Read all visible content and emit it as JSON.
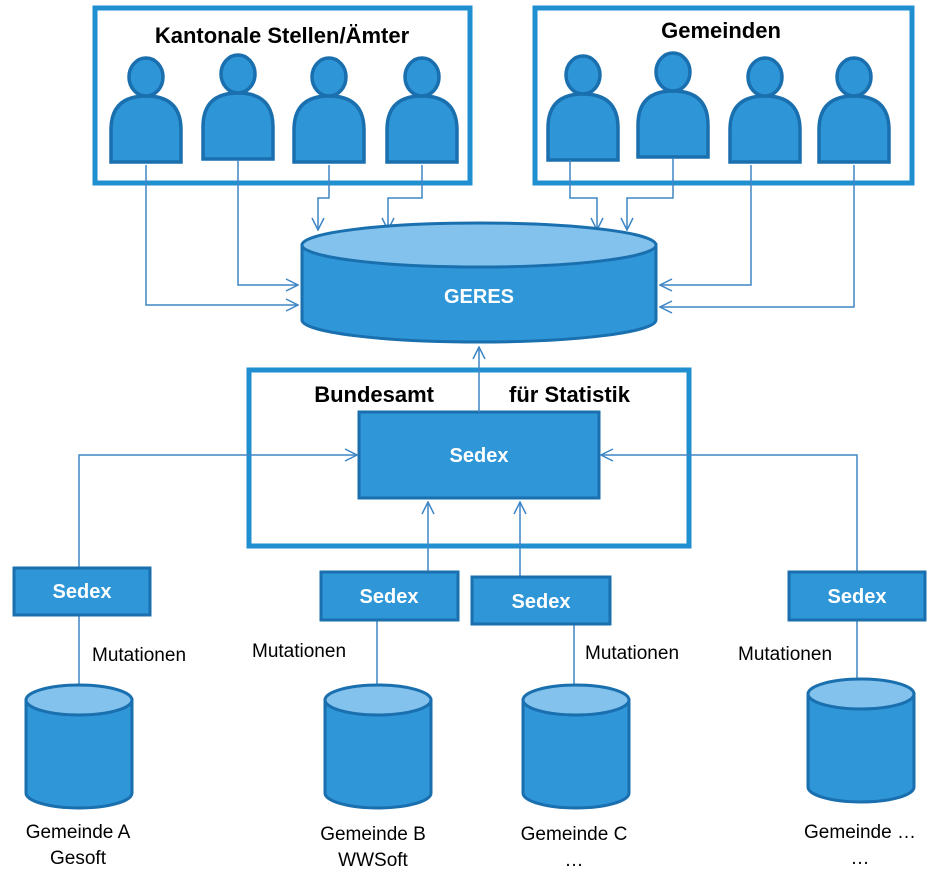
{
  "kantonal": {
    "title": "Kantonale Stellen/Ämter"
  },
  "gemeinden": {
    "title": "Gemeinden"
  },
  "geres": {
    "label": "GERES"
  },
  "bfs": {
    "title_left": "Bundesamt",
    "title_right": "für Statistik",
    "sedex_label": "Sedex"
  },
  "clients": [
    {
      "sedex": "Sedex",
      "mutations": "Mutationen",
      "name": "Gemeinde A",
      "software": "Gesoft"
    },
    {
      "sedex": "Sedex",
      "mutations": "Mutationen",
      "name": "Gemeinde B",
      "software": "WWSoft"
    },
    {
      "sedex": "Sedex",
      "mutations": "Mutationen",
      "name": "Gemeinde C",
      "software": "…"
    },
    {
      "sedex": "Sedex",
      "mutations": "Mutationen",
      "name": "Gemeinde …",
      "software": "…"
    }
  ],
  "colors": {
    "accent": "#2f96d8",
    "frame": "#1f8fd0",
    "cylinder_top": "#83c2ec",
    "arrow": "#3e86c5"
  }
}
